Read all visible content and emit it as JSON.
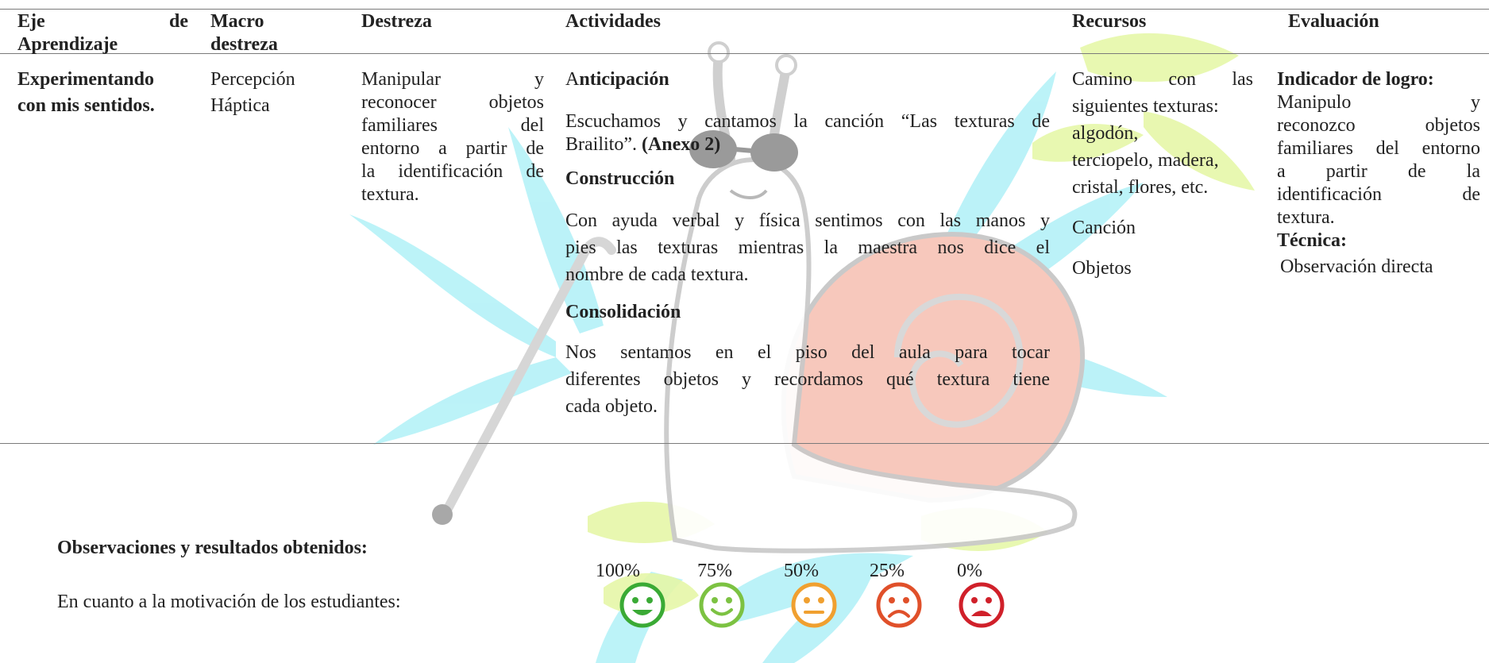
{
  "table": {
    "headers": {
      "eje_1": "Eje",
      "eje_2": "de",
      "eje_3": "Aprendizaje",
      "macro_1": "Macro",
      "macro_2": "destreza",
      "destreza": "Destreza",
      "actividades": "Actividades",
      "recursos": "Recursos",
      "evaluacion": "Evaluación"
    },
    "row": {
      "eje_1": "Experimentando",
      "eje_2": "con mis sentidos.",
      "macro_1": "Percepción",
      "macro_2": "Háptica",
      "destreza": [
        "Manipular y",
        "reconocer objetos",
        "familiares del",
        "entorno a partir de",
        "la identificación de",
        "textura."
      ],
      "actividades": {
        "anticipacion_a": "A",
        "anticipacion_rest": "nticipación",
        "anticipacion_text_1": "Escuchamos y cantamos la canción “Las texturas de",
        "anticipacion_text_2": "Brailito”.",
        "anexo": "(Anexo 2)",
        "construccion_title": "Construcción",
        "construccion_lines": [
          "Con ayuda verbal y física sentimos con las manos y",
          "pies las texturas mientras la maestra nos dice el",
          "nombre de cada textura."
        ],
        "consolidacion_title": "Consolidación",
        "consolidacion_lines": [
          "Nos sentamos en el piso del aula para tocar",
          "diferentes objetos y recordamos qué textura tiene",
          "cada objeto."
        ]
      },
      "recursos": {
        "camino_lines": [
          "Camino con las",
          "siguientes texturas:",
          "algodón,",
          "terciopelo, madera,",
          "cristal, flores, etc."
        ],
        "cancion": "Canción",
        "objetos": "Objetos"
      },
      "evaluacion": {
        "indicador_title": "Indicador de logro:",
        "indicador_lines": [
          "Manipulo y",
          "reconozco objetos",
          "familiares del entorno",
          "a partir de la",
          "identificación de",
          "textura."
        ],
        "tecnica_title": "Técnica:",
        "tecnica_text": "Observación directa"
      }
    }
  },
  "observaciones": {
    "title": "Observaciones y resultados obtenidos:",
    "motivacion_label": "En cuanto a la motivación de los estudiantes:",
    "scale": [
      {
        "label": "100%",
        "face": "very-happy-face-icon",
        "color": "#3aaa35"
      },
      {
        "label": "75%",
        "face": "happy-face-icon",
        "color": "#7cc242"
      },
      {
        "label": "50%",
        "face": "neutral-face-icon",
        "color": "#f0a030"
      },
      {
        "label": "25%",
        "face": "sad-face-icon",
        "color": "#e0502a"
      },
      {
        "label": "0%",
        "face": "very-sad-face-icon",
        "color": "#d0202a"
      }
    ]
  }
}
